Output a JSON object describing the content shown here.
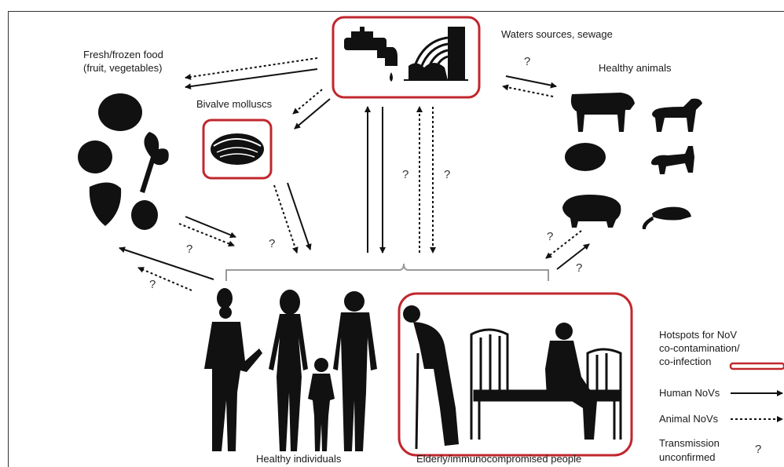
{
  "labels": {
    "water": "Waters sources, sewage",
    "fresh_food_line1": "Fresh/frozen food",
    "fresh_food_line2": "(fruit, vegetables)",
    "bivalve": "Bivalve molluscs",
    "healthy_animals": "Healthy animals",
    "healthy_individuals": "Healthy individuals",
    "elderly": "Elderly/immunocompromised people"
  },
  "question_mark": "?",
  "legend": {
    "hotspots_line1": "Hotspots for NoV",
    "hotspots_line2": "co-contamination/",
    "hotspots_line3": "co-infection",
    "human": "Human NoVs",
    "animal": "Animal NoVs",
    "transmission_line1": "Transmission",
    "transmission_line2": "unconfirmed"
  },
  "colors": {
    "hotspot": "#c0272d",
    "arrow": "#111111",
    "bracket": "#9a9a9a",
    "silhouette": "#111111"
  }
}
